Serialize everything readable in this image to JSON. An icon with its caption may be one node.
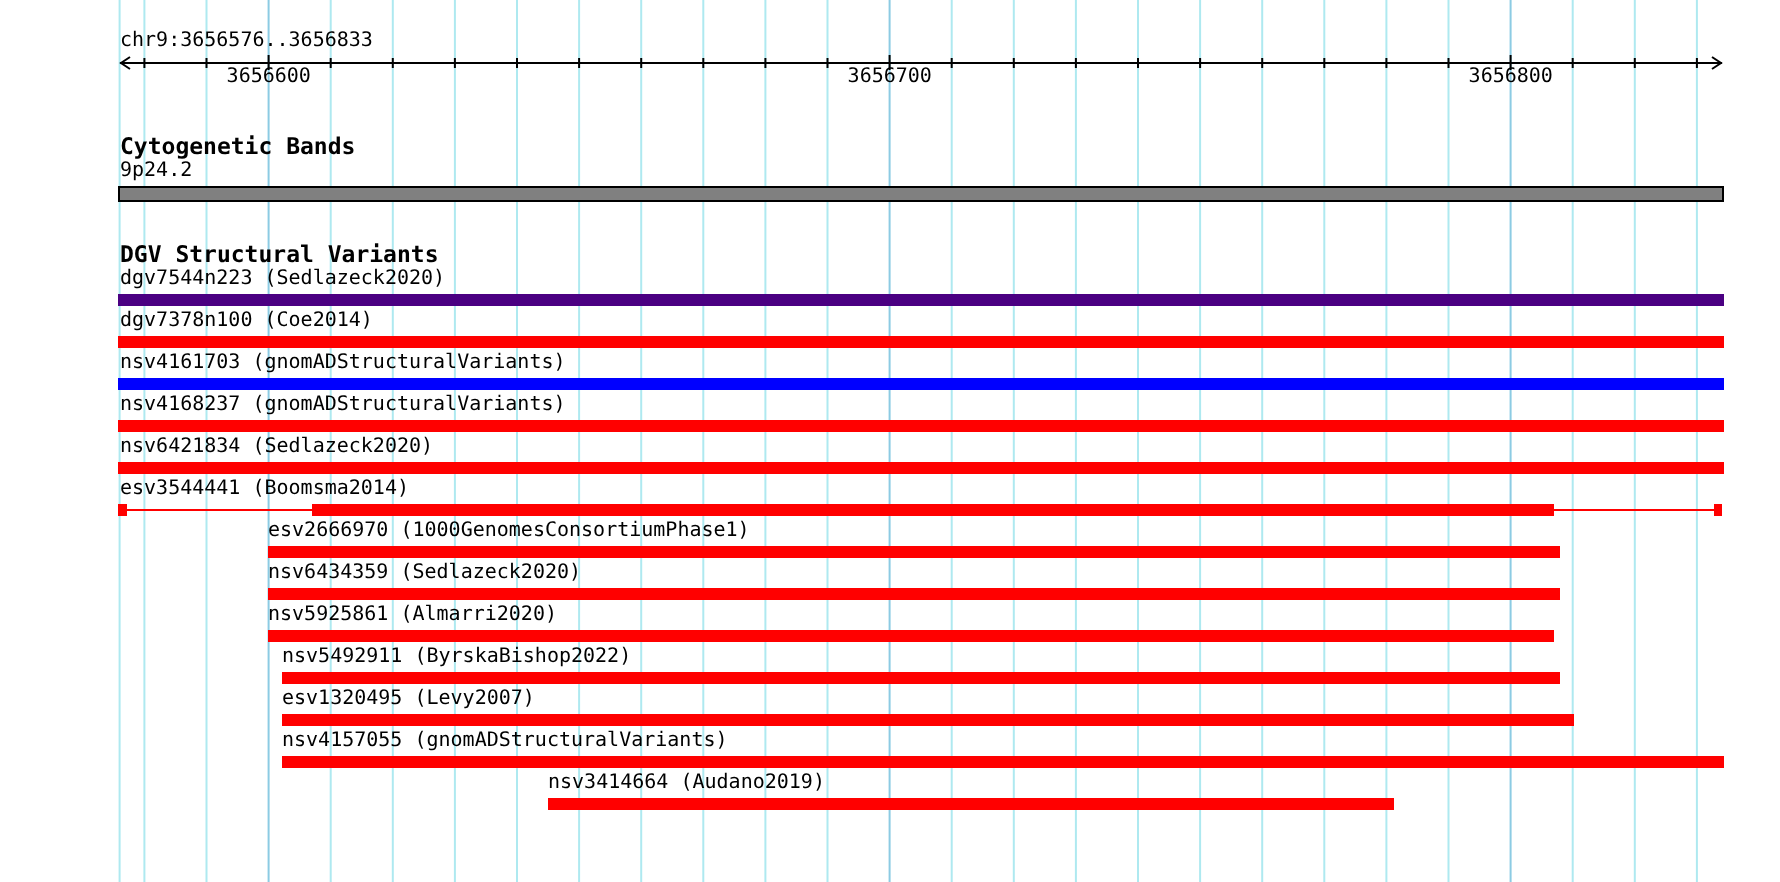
{
  "diagram": {
    "nodes": [
      {
        "text": [
          "9p24.2"
        ]
      },
      {
        "text": [
          "dgv7544n223 (Sedlazeck2020)"
        ]
      },
      {
        "text": [
          "dgv7378n100 (Coe2014)"
        ]
      },
      {
        "text": [
          "nsv4161703 (gnomADStructuralVariants)"
        ]
      },
      {
        "text": [
          "nsv4168237 (gnomADStructuralVariants)"
        ]
      },
      {
        "text": [
          "nsv6421834 (Sedlazeck2020)"
        ]
      },
      {
        "text": [
          "esv3544441 (Boomsma2014)"
        ]
      },
      {
        "text": [
          "esv2666970 (1000GenomesConsortiumPhase1)"
        ]
      },
      {
        "text": [
          "nsv6434359 (Sedlazeck2020)"
        ]
      },
      {
        "text": [
          "nsv5925861 (Almarri2020)"
        ]
      },
      {
        "text": [
          "nsv5492911 (ByrskaBishop2022)"
        ]
      },
      {
        "text": [
          "esv1320495 (Levy2007)"
        ]
      },
      {
        "text": [
          "nsv4157055 (gnomADStructuralVariants)"
        ]
      },
      {
        "text": [
          "nsv3414664 (Audano2019)"
        ]
      }
    ],
    "labels": [
      "chr9:3656576..3656833",
      "3656600",
      "3656700",
      "3656800",
      "Cytogenetic Bands",
      "DGV Structural Variants"
    ]
  }
}
